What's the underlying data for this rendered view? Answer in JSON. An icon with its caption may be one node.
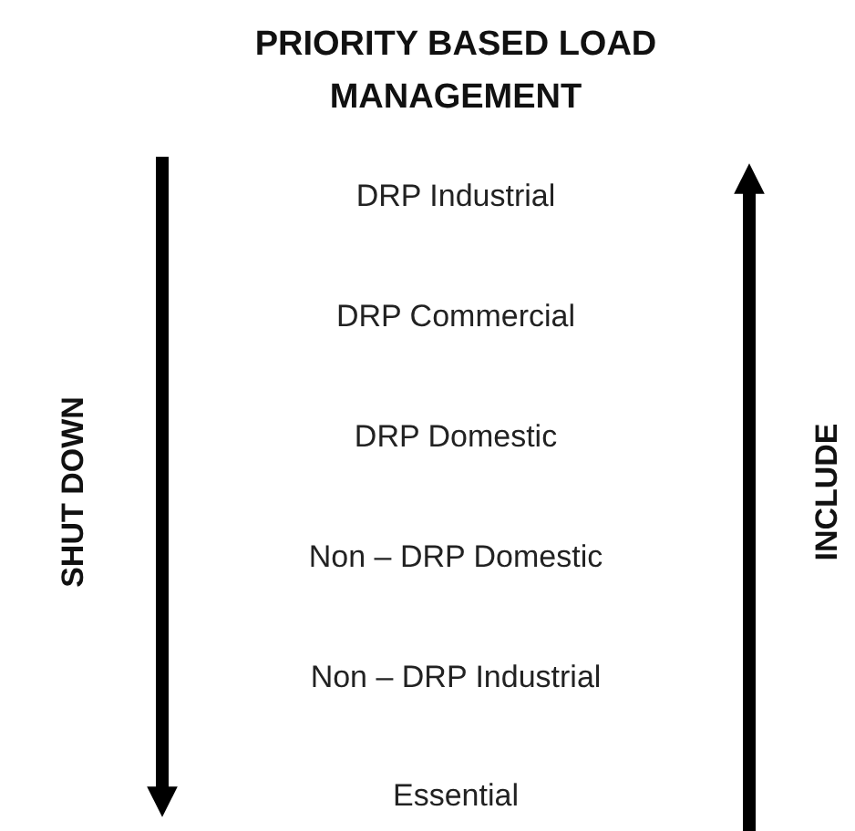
{
  "diagram": {
    "title": "PRIORITY BASED LOAD MANAGEMENT",
    "labels": [
      "DRP Industrial",
      "DRP Commercial",
      "DRP Domestic",
      "Non – DRP Domestic",
      "Non – DRP Industrial",
      "Essential",
      "SHUT DOWN",
      "INCLUDE"
    ]
  }
}
